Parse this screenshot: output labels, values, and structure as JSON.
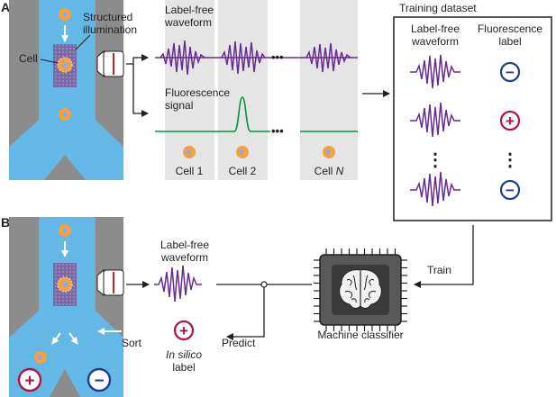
{
  "panel_a": {
    "letter": "A",
    "cell_label": "Cell",
    "illumination_label": [
      "Structured",
      "illumination"
    ],
    "label_free_title": [
      "Label-free",
      "waveform"
    ],
    "fluorescence_title": [
      "Fluorescence",
      "signal"
    ],
    "ellipsis": "•••",
    "cells": [
      {
        "label": "Cell 1",
        "italic": ""
      },
      {
        "label": "Cell 2",
        "italic": ""
      },
      {
        "label": "Cell ",
        "italic": "N"
      }
    ],
    "training": {
      "title": "Training dataset",
      "col1": [
        "Label-free",
        "waveform"
      ],
      "col2": [
        "Fluorescence",
        "label"
      ],
      "rows": [
        {
          "sign": "−",
          "kind": "negative"
        },
        {
          "sign": "+",
          "kind": "positive"
        },
        {
          "sign": "−",
          "kind": "negative"
        }
      ],
      "vertical_ellipsis": "⋮"
    }
  },
  "panel_b": {
    "letter": "B",
    "label_free_title": [
      "Label-free",
      "waveform"
    ],
    "train_label": "Train",
    "classifier_label": "Machine classifier",
    "predict_label": "Predict",
    "sort_label": "Sort",
    "in_silico_label": [
      "In silico",
      "label"
    ],
    "positive_sign": "+",
    "negative_sign": "−"
  },
  "colors": {
    "channel_gray": "#8c8c8c",
    "channel_blue": "#64b8e6",
    "waveform_purple": "#662d91",
    "fluorescence_green": "#00953a",
    "positive_red": "#b5123f",
    "negative_blue": "#1c3f94",
    "cell_orange": "#f7a239",
    "cell_nucleus": "#9ea5d3",
    "panel_gray": "#e5e5e5",
    "illumination_purple": "#7b68a6"
  }
}
